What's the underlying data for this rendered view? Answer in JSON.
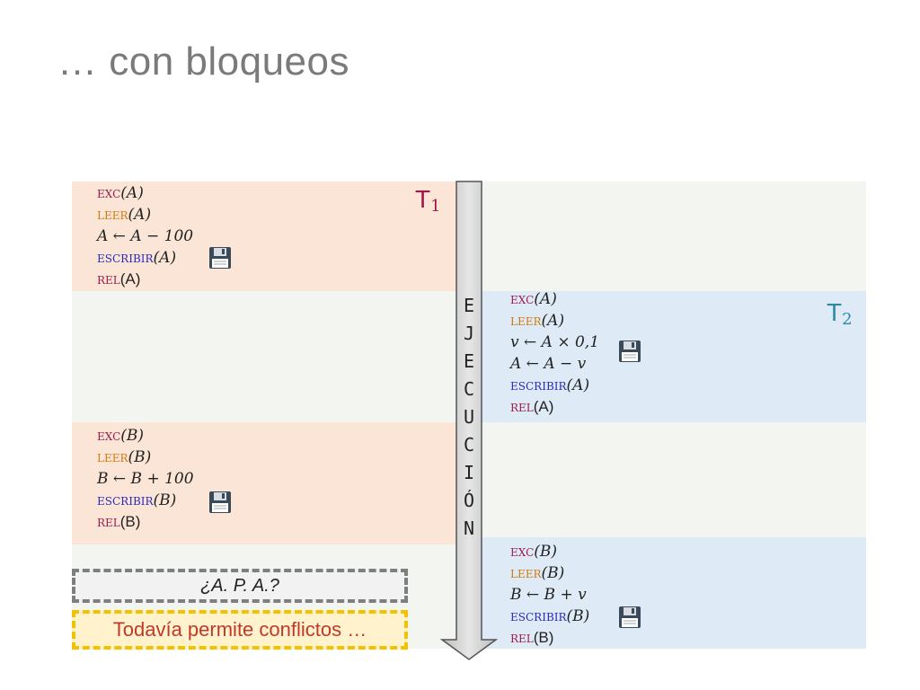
{
  "slide": {
    "title": "… con bloqueos"
  },
  "labels": {
    "t1": "T",
    "t1_sub": "1",
    "t2": "T",
    "t2_sub": "2",
    "t1_color": "#a31548",
    "t2_color": "#2a8aa8"
  },
  "blocks": {
    "t1_a": {
      "exc": "exc",
      "exc_arg": "(A)",
      "leer": "leer",
      "leer_arg": "(A)",
      "assign": "A ← A − 100",
      "escribir": "escribir",
      "escribir_arg": "(A)",
      "rel": "rel",
      "rel_arg": "(A)"
    },
    "t2_a": {
      "exc": "exc",
      "exc_arg": "(A)",
      "leer": "leer",
      "leer_arg": "(A)",
      "assign1": "v ← A × 0,1",
      "assign2": "A ← A − v",
      "escribir": "escribir",
      "escribir_arg": "(A)",
      "rel": "rel",
      "rel_arg": "(A)"
    },
    "t1_b": {
      "exc": "exc",
      "exc_arg": "(B)",
      "leer": "leer",
      "leer_arg": "(B)",
      "assign": "B ← B + 100",
      "escribir": "escribir",
      "escribir_arg": "(B)",
      "rel": "rel",
      "rel_arg": "(B)"
    },
    "t2_b": {
      "exc": "exc",
      "exc_arg": "(B)",
      "leer": "leer",
      "leer_arg": "(B)",
      "assign": "B ← B + v",
      "escribir": "escribir",
      "escribir_arg": "(B)",
      "rel": "rel",
      "rel_arg": "(B)"
    }
  },
  "execution": {
    "letters": [
      "E",
      "J",
      "E",
      "C",
      "U",
      "C",
      "I",
      "Ó",
      "N"
    ],
    "arrow_color": "#c9c9c9"
  },
  "notes": {
    "question": "¿A. P. A.?",
    "conflict": "Todavía permite conflictos …"
  },
  "icons": {
    "save": "floppy-disk-icon",
    "watermark": "gear-icon"
  }
}
